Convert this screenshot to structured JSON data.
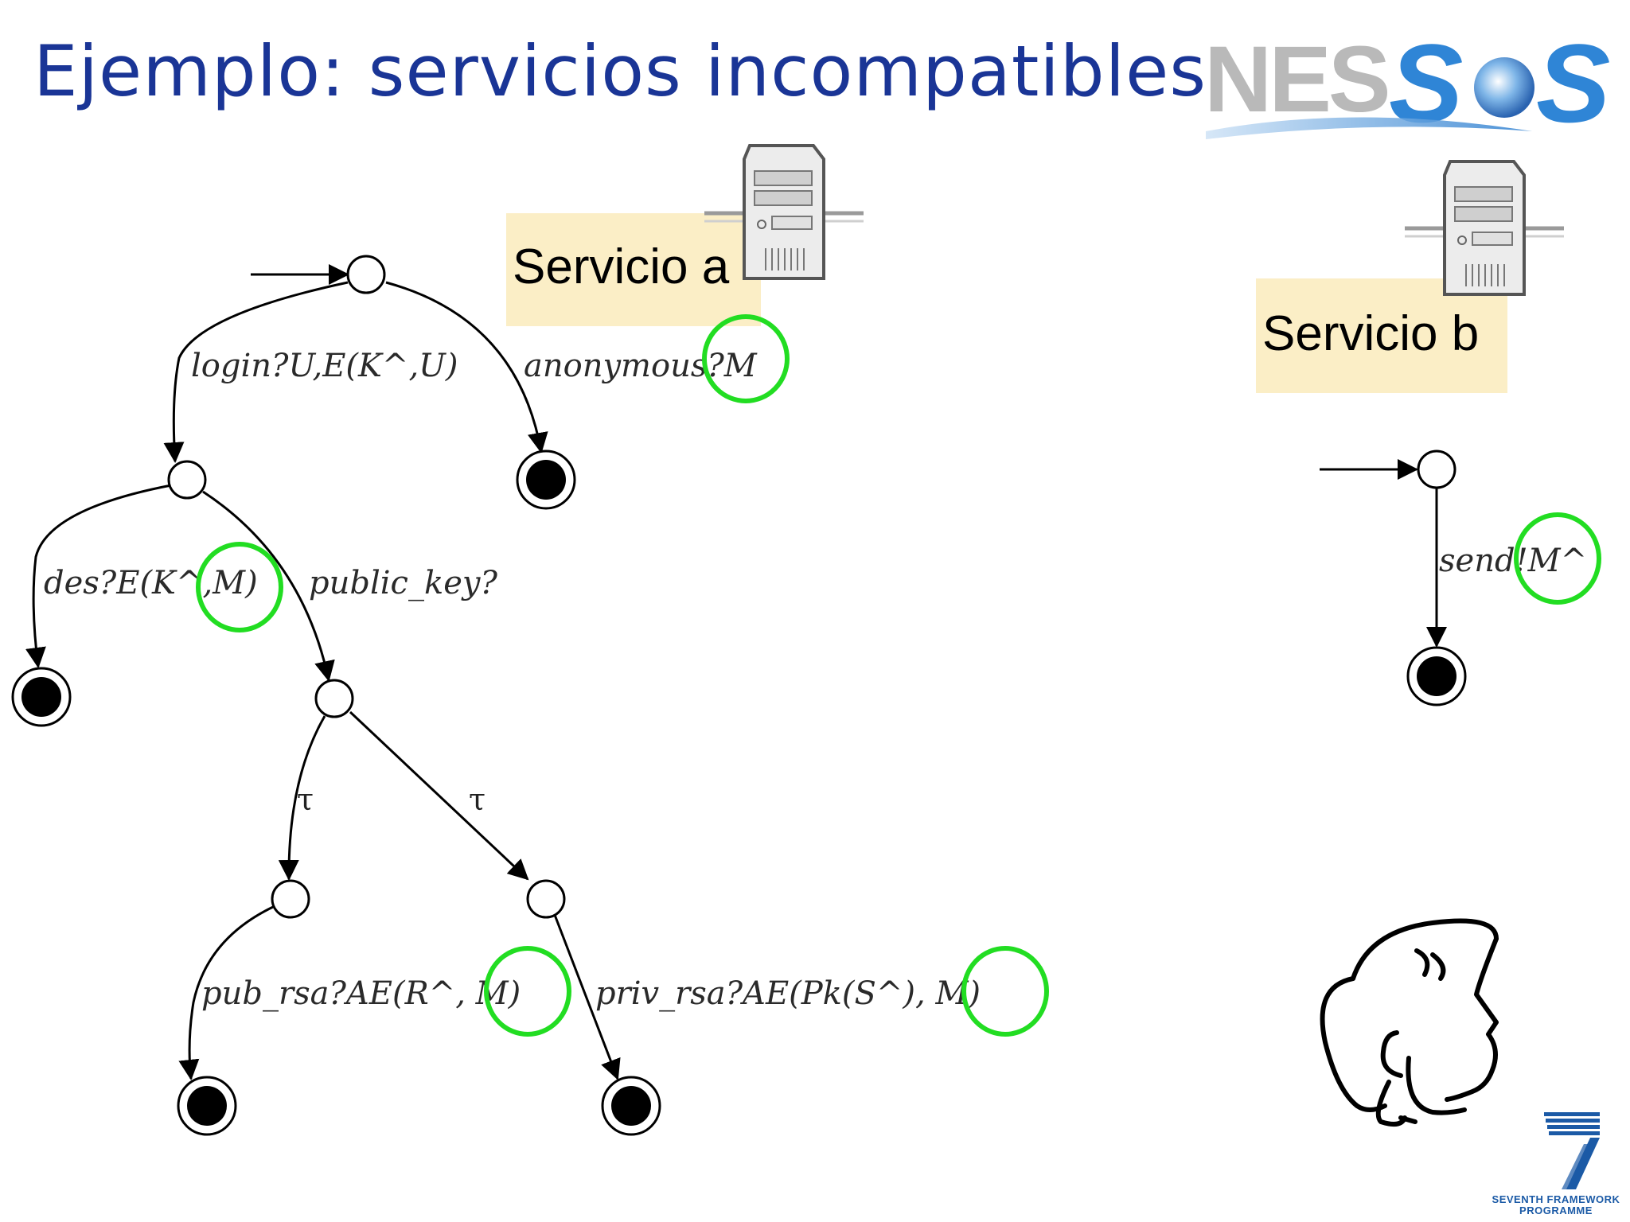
{
  "slide": {
    "title": "Ejemplo: servicios incompatibles"
  },
  "logo": {
    "nessos_text": "NESSoS",
    "fp7_line1": "SEVENTH FRAMEWORK",
    "fp7_line2": "PROGRAMME"
  },
  "services": {
    "a_label": "Servicio a",
    "b_label": "Servicio b"
  },
  "diagram_a": {
    "edges": {
      "login": "login?U,E(K^,U)",
      "anonymous": "anonymous?M",
      "des": "des?E(K^,M)",
      "public_key": "public_key?",
      "tau_left": "τ",
      "tau_right": "τ",
      "pub_rsa": "pub_rsa?AE(R^, M)",
      "priv_rsa": "priv_rsa?AE(Pk(S^), M)"
    }
  },
  "diagram_b": {
    "edges": {
      "send": "send!M^"
    }
  },
  "colors": {
    "title": "#1a3596",
    "highlight_circle": "#22dd22",
    "service_label_bg": "#fbeec6"
  },
  "icons": [
    "server-icon",
    "server-icon",
    "head-sketch-icon",
    "nessos-logo",
    "fp7-logo"
  ]
}
